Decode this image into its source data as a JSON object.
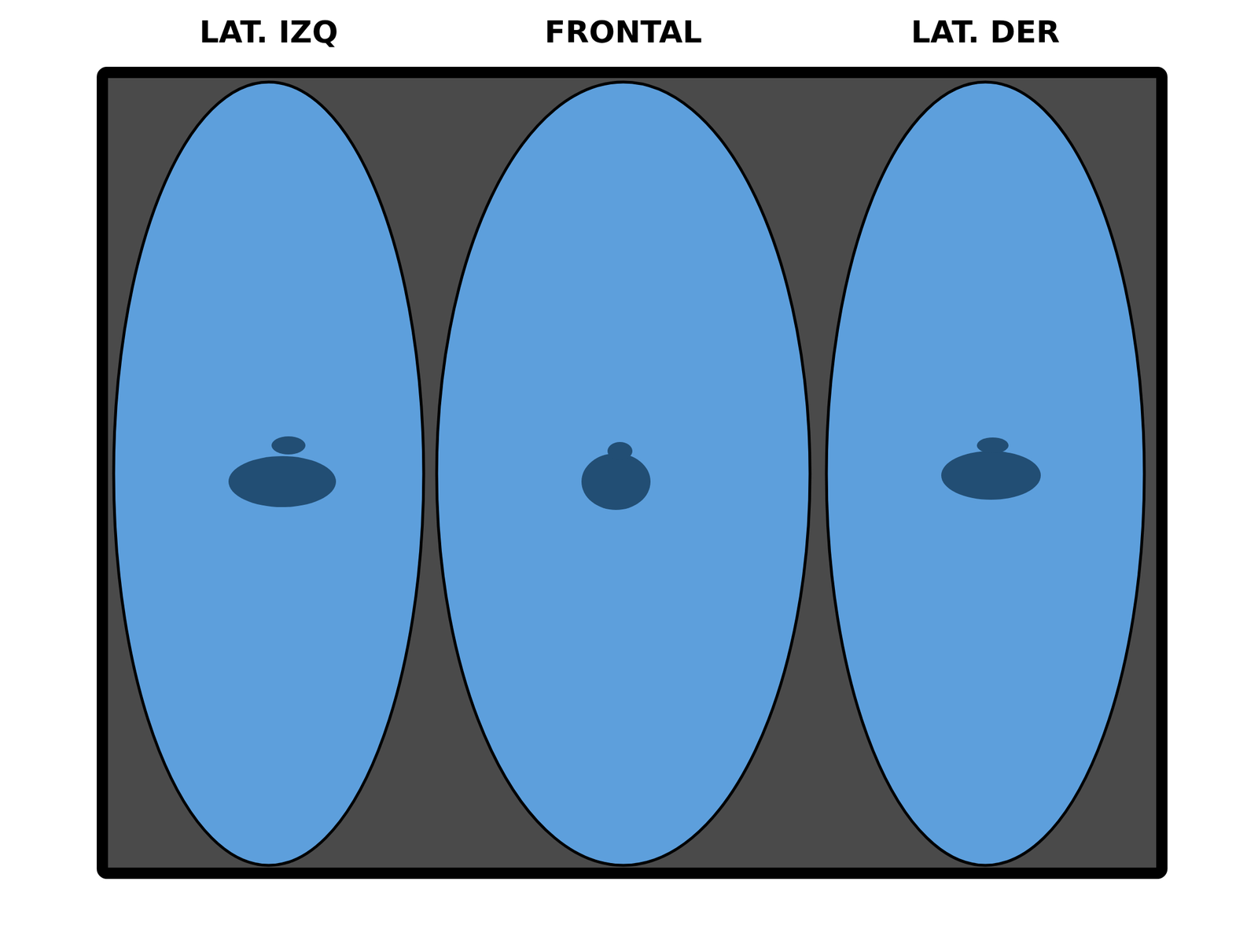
{
  "diagram": {
    "nodes": [
      {
        "text": [
          "LAT. IZQ"
        ]
      },
      {
        "text": [
          "FRONTAL"
        ]
      },
      {
        "text": [
          "LAT. DER"
        ]
      }
    ]
  }
}
